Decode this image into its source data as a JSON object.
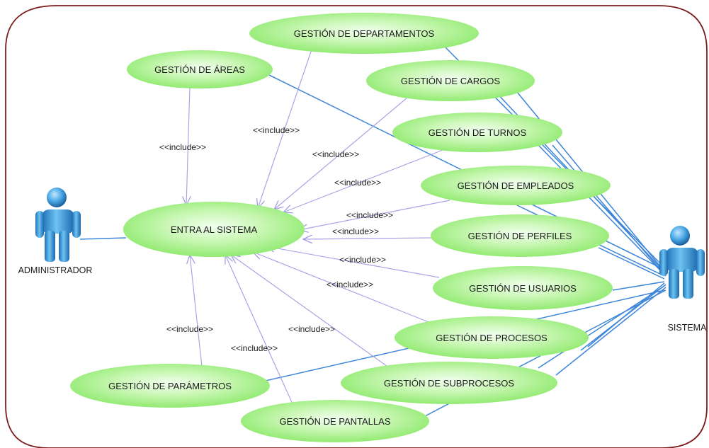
{
  "actors": {
    "administrador": "ADMINISTRADOR",
    "sistema": "SISTEMA"
  },
  "use_cases": {
    "entra_al_sistema": "ENTRA AL SISTEMA",
    "gestion_departamentos": "GESTIÓN DE DEPARTAMENTOS",
    "gestion_areas": "GESTIÓN DE ÁREAS",
    "gestion_cargos": "GESTIÓN DE CARGOS",
    "gestion_turnos": "GESTIÓN DE TURNOS",
    "gestion_empleados": "GESTIÓN DE EMPLEADOS",
    "gestion_perfiles": "GESTIÓN DE PERFILES",
    "gestion_usuarios": "GESTIÓN DE USUARIOS",
    "gestion_procesos": "GESTIÓN DE PROCESOS",
    "gestion_parametros": "GESTIÓN DE PARÁMETROS",
    "gestion_subprocesos": "GESTIÓN DE SUBPROCESOS",
    "gestion_pantallas": "GESTIÓN DE PANTALLAS"
  },
  "include_label": "<<include>>",
  "colors": {
    "frame": "#7b1c1c",
    "association_line": "#3d85d8",
    "include_arrow": "#a9a4e6",
    "ellipse_fill": "#99ee77",
    "ellipse_light": "#e8fde0",
    "actor": "#3a9be0"
  }
}
